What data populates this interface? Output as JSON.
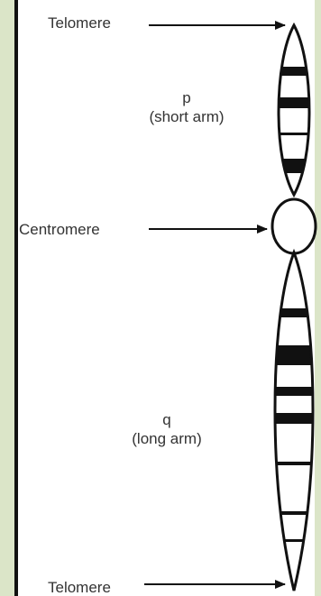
{
  "labels": {
    "telomere_top": "Telomere",
    "centromere": "Centromere",
    "telomere_bottom": "Telomere"
  },
  "p_arm": {
    "letter": "p",
    "description": "(short arm)"
  },
  "q_arm": {
    "letter": "q",
    "description": "(long arm)"
  },
  "colors": {
    "outer_background": "#dbe5c8",
    "panel": "#ffffff",
    "ink": "#111111",
    "text": "#333333"
  }
}
